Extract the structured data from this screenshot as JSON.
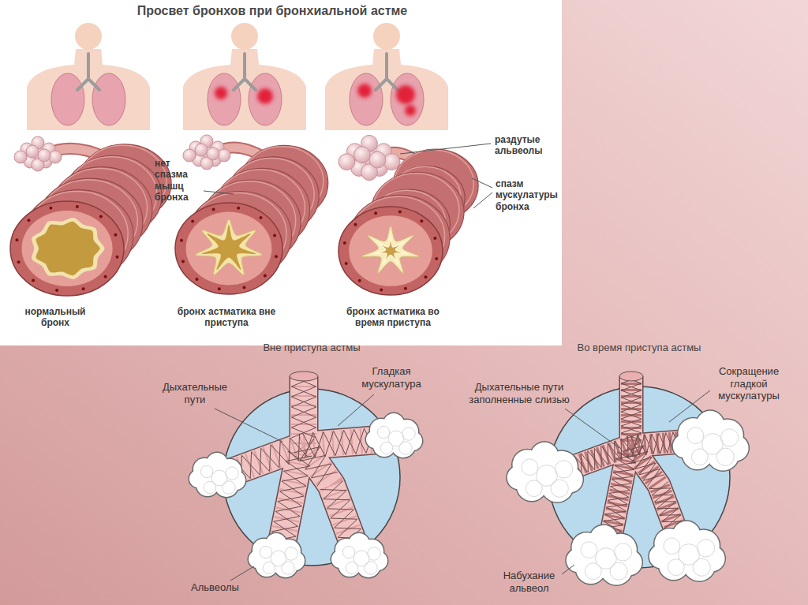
{
  "diagram": {
    "title": "Просвет бронхов при бронхиальной астме",
    "labels": [
      "нет спазма мышц бронха",
      "раздутые альвеолы",
      "спазм мускулатуры бронха",
      "нормальный бронх",
      "бронх астматика вне приступа",
      "бронх астматика во время приступа",
      "Вне приступа астмы",
      "Во время приступа астмы",
      "Дыхательные пути",
      "Гладкая мускулатура",
      "Альвеолы",
      "Дыхательные пути заполненные слизью",
      "Сокращение гладкой мускулатуры",
      "Набухание альвеол"
    ]
  }
}
